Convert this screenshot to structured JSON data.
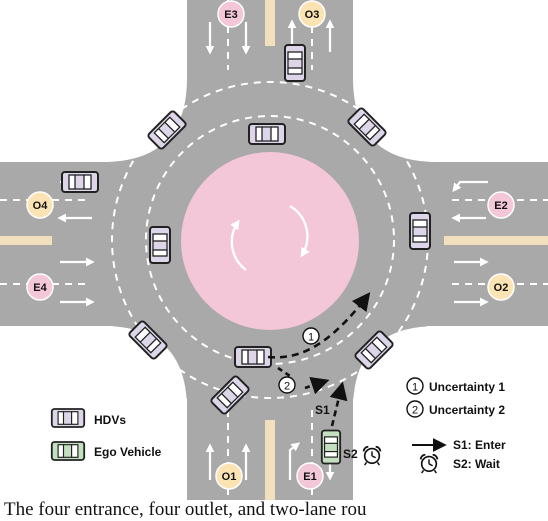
{
  "nodes": {
    "E1": "E1",
    "E2": "E2",
    "E3": "E3",
    "E4": "E4",
    "O1": "O1",
    "O2": "O2",
    "O3": "O3",
    "O4": "O4"
  },
  "path_labels": {
    "S1": "S1",
    "S2": "S2",
    "circle_1": "1",
    "circle_2": "2"
  },
  "legend": {
    "hdv": "HDVs",
    "ego": "Ego Vehicle",
    "u1_num": "1",
    "u1_label": "Uncertainty 1",
    "u2_num": "2",
    "u2_label": "Uncertainty 2",
    "s1_label": "S1: Enter",
    "s2_label": "S2: Wait"
  },
  "caption": "The four entrance, four outlet, and two-lane rou",
  "colors": {
    "road": "#a9a9a9",
    "island": "#f3c6d8",
    "ego": "#c4dfc0",
    "hdv": "#dcd6e8",
    "entrance_node": "#f3c6d8",
    "outlet_node": "#fbe3b3",
    "median": "#f2dfbd"
  },
  "icons": [
    "alarm-clock-icon",
    "arrow-icon",
    "car-icon"
  ]
}
